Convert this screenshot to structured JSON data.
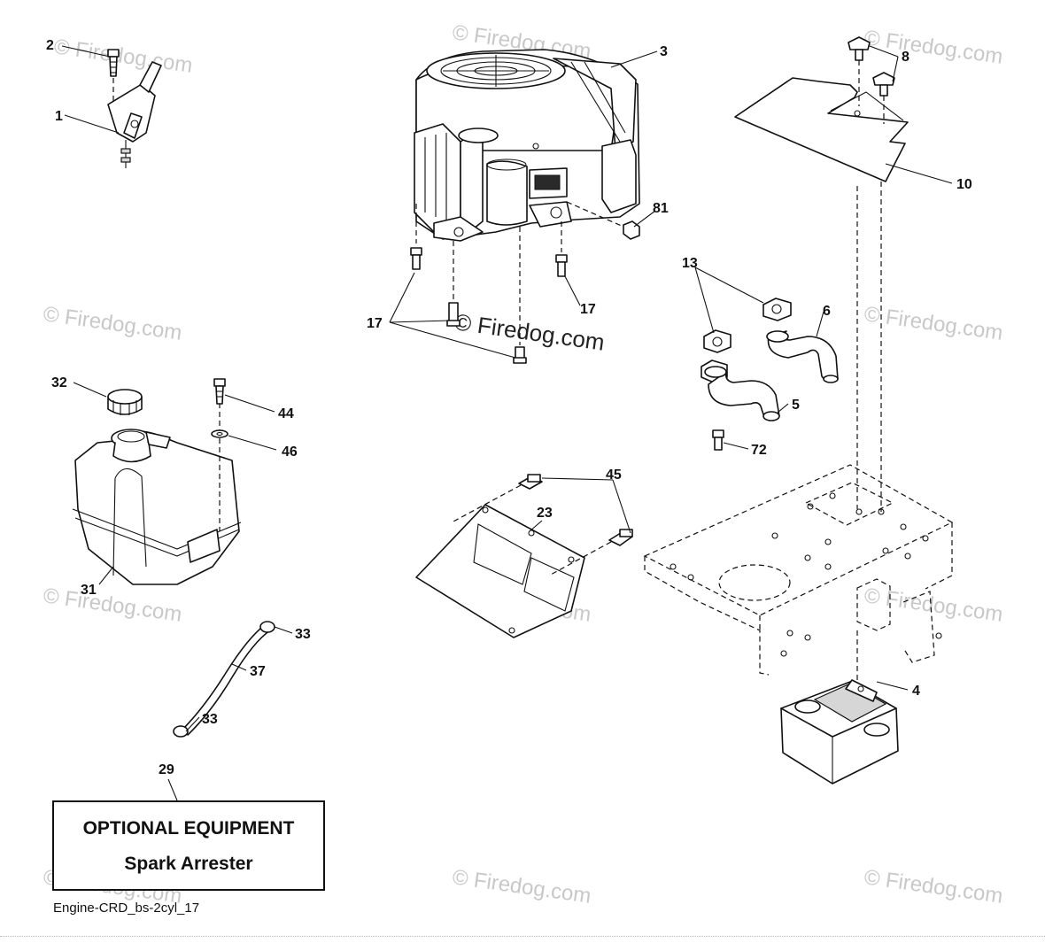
{
  "watermark": {
    "text": "© Firedog.com",
    "main_text": "© Firedog.com"
  },
  "callouts": {
    "c1": "1",
    "c2": "2",
    "c3": "3",
    "c4": "4",
    "c5": "5",
    "c6": "6",
    "c8": "8",
    "c10": "10",
    "c13": "13",
    "c17a": "17",
    "c17b": "17",
    "c23": "23",
    "c29": "29",
    "c31": "31",
    "c32": "32",
    "c33a": "33",
    "c33b": "33",
    "c37": "37",
    "c44": "44",
    "c45": "45",
    "c46": "46",
    "c72": "72",
    "c81": "81"
  },
  "optional_box": {
    "title": "OPTIONAL EQUIPMENT",
    "subtitle": "Spark Arrester"
  },
  "footer": {
    "code": "Engine-CRD_bs-2cyl_17"
  }
}
